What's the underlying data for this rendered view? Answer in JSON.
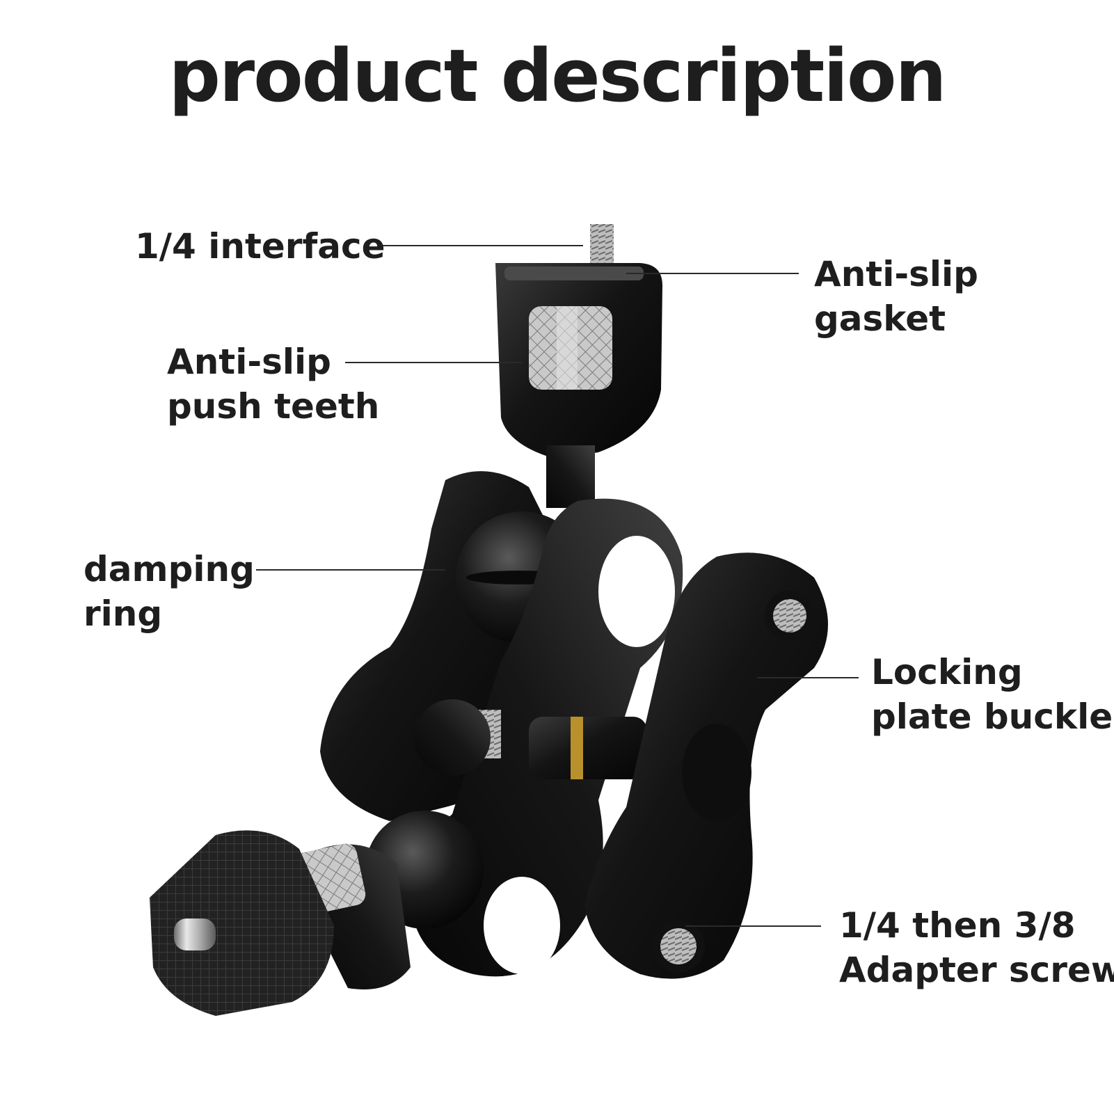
{
  "title": "product description",
  "callouts": {
    "interface": [
      "1/4 interface"
    ],
    "gasket": [
      "Anti-slip",
      "gasket"
    ],
    "teeth": [
      "Anti-slip",
      "push teeth"
    ],
    "damping": [
      "damping",
      "ring"
    ],
    "locking": [
      "Locking",
      "plate buckle"
    ],
    "adapter": [
      "1/4 then 3/8",
      "Adapter screw"
    ]
  },
  "colors": {
    "text": "#1e1e1e",
    "background": "#ffffff",
    "metal_black": "#1a1a1a",
    "brass_ring": "#b8912c"
  }
}
